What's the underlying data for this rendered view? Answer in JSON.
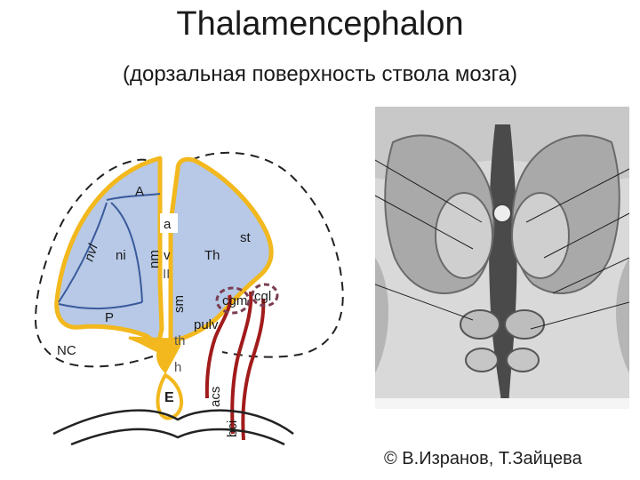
{
  "title": "Thalamencephalon",
  "subtitle": "(дорзальная поверхность ствола мозга)",
  "copyright": "© В.Изранов,  Т.Зайцева",
  "diagram": {
    "labels": {
      "A": "A",
      "a": "a",
      "nvl": "nvl",
      "ni": "ni",
      "nm": "nm",
      "v": "v",
      "ii": "II",
      "sm": "sm",
      "th_upper": "Th",
      "st": "st",
      "cgm": "cgm",
      "cgl": "cgl",
      "p": "P",
      "pulv": "pulv",
      "th_lower": "th",
      "nc": "NC",
      "h": "h",
      "e": "E",
      "acs": "acs",
      "bci": "bci"
    },
    "colors": {
      "fill": "#b7c9e6",
      "outline": "#f2b81d",
      "nucleus_lines": "#3a5a9c",
      "dashed": "#222222",
      "brachium": "#a11b1b",
      "geniculate": "#7a3d52"
    }
  },
  "photo": {
    "icon": "anatomical-photo-brainstem"
  }
}
